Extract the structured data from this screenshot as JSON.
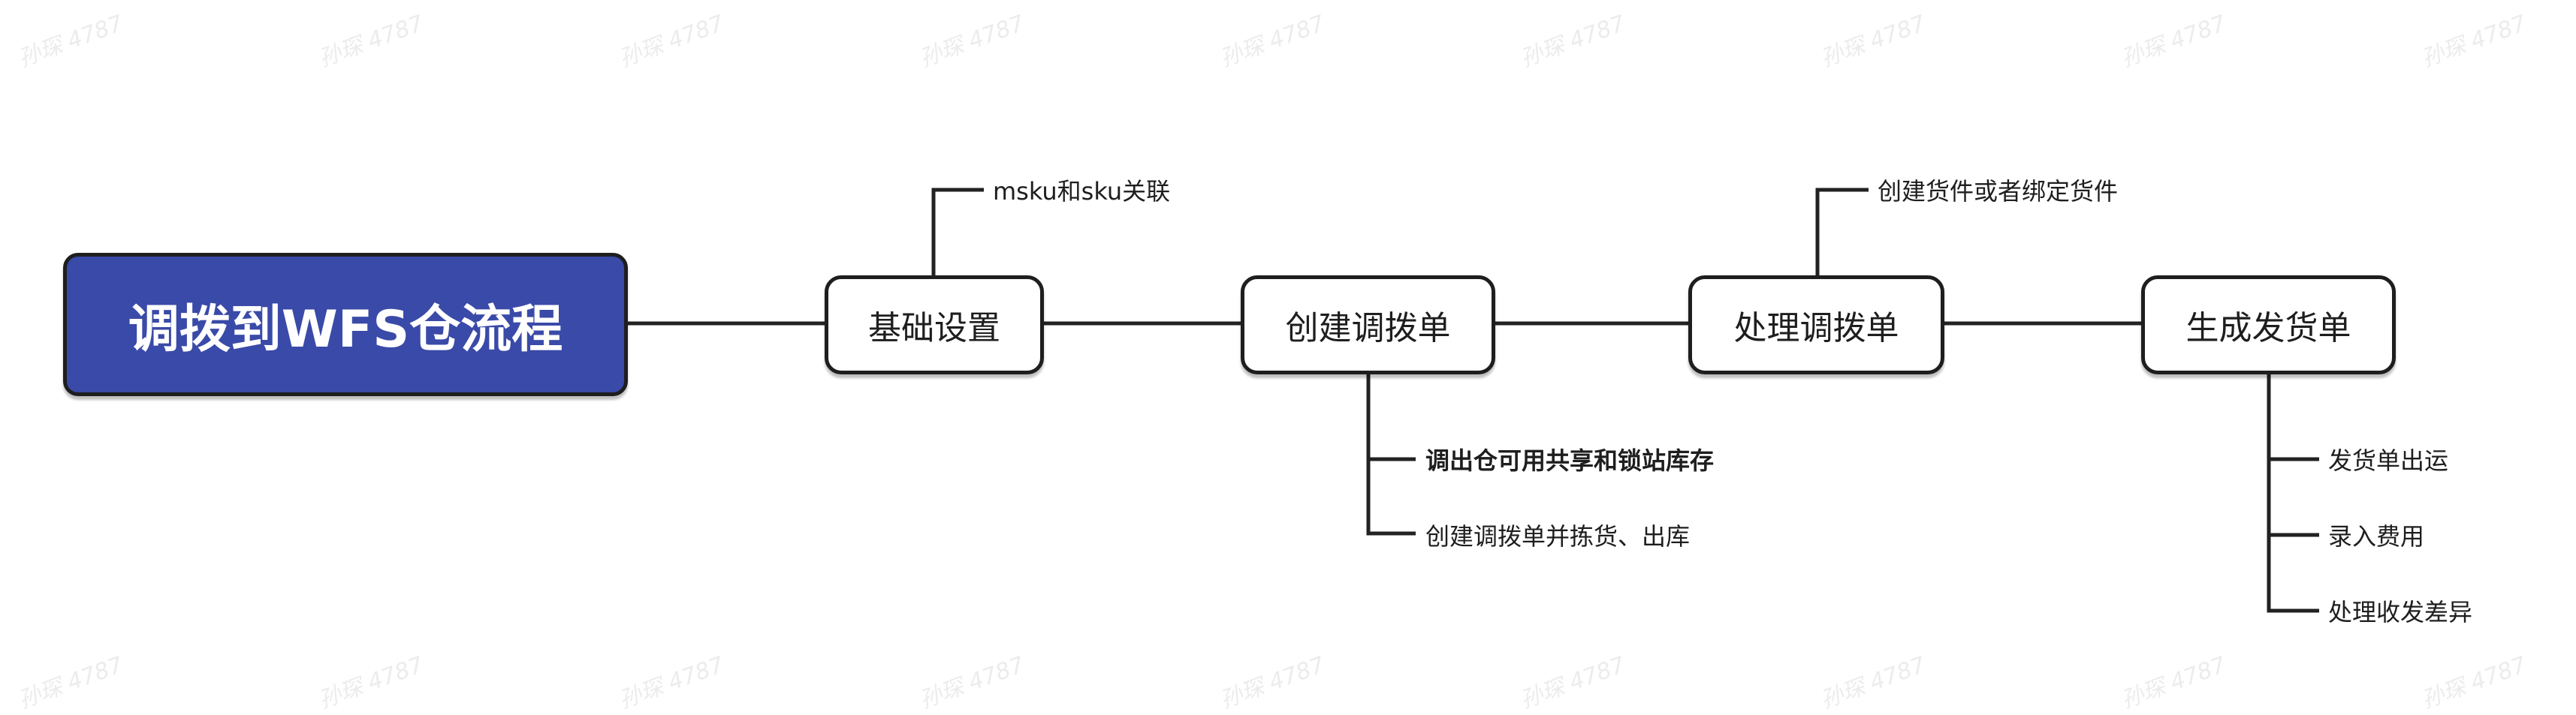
{
  "root": {
    "title": "调拨到WFS仓流程",
    "fill_color": "#3a4aa8"
  },
  "steps": [
    {
      "label": "基础设置",
      "children": [
        "msku和sku关联"
      ]
    },
    {
      "label": "创建调拨单",
      "children": [
        "调出仓可用共享和锁站库存",
        "创建调拨单并拣货、出库"
      ]
    },
    {
      "label": "处理调拨单",
      "children": [
        "创建货件或者绑定货件"
      ]
    },
    {
      "label": "生成发货单",
      "children": [
        "发货单出运",
        "录入费用",
        "处理收发差异"
      ]
    }
  ],
  "watermark": "孙琛 4787"
}
